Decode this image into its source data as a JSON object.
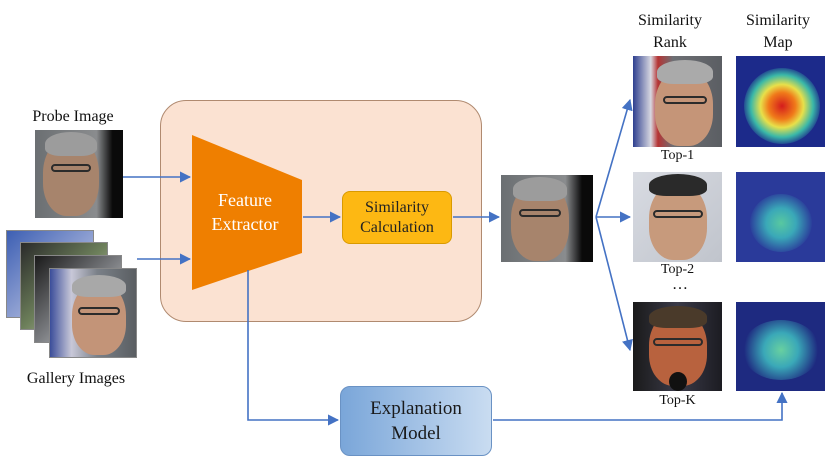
{
  "probe_label": "Probe Image",
  "gallery_label": "Gallery Images",
  "feature_extractor": "Feature\nExtractor",
  "similarity_calculation": "Similarity\nCalculation",
  "explanation_model": "Explanation\nModel",
  "rank_header": "Similarity\nRank",
  "map_header": "Similarity\nMap",
  "top_labels": [
    "Top-1",
    "Top-2",
    "Top-K"
  ],
  "ellipsis": "…",
  "colors": {
    "panel_fill": "#fbe2d2",
    "extractor_orange": "#ef7f00",
    "calc_yellow": "#fdb813",
    "explain_blue": "#7aa6d9",
    "arrow_blue": "#4472c4"
  }
}
